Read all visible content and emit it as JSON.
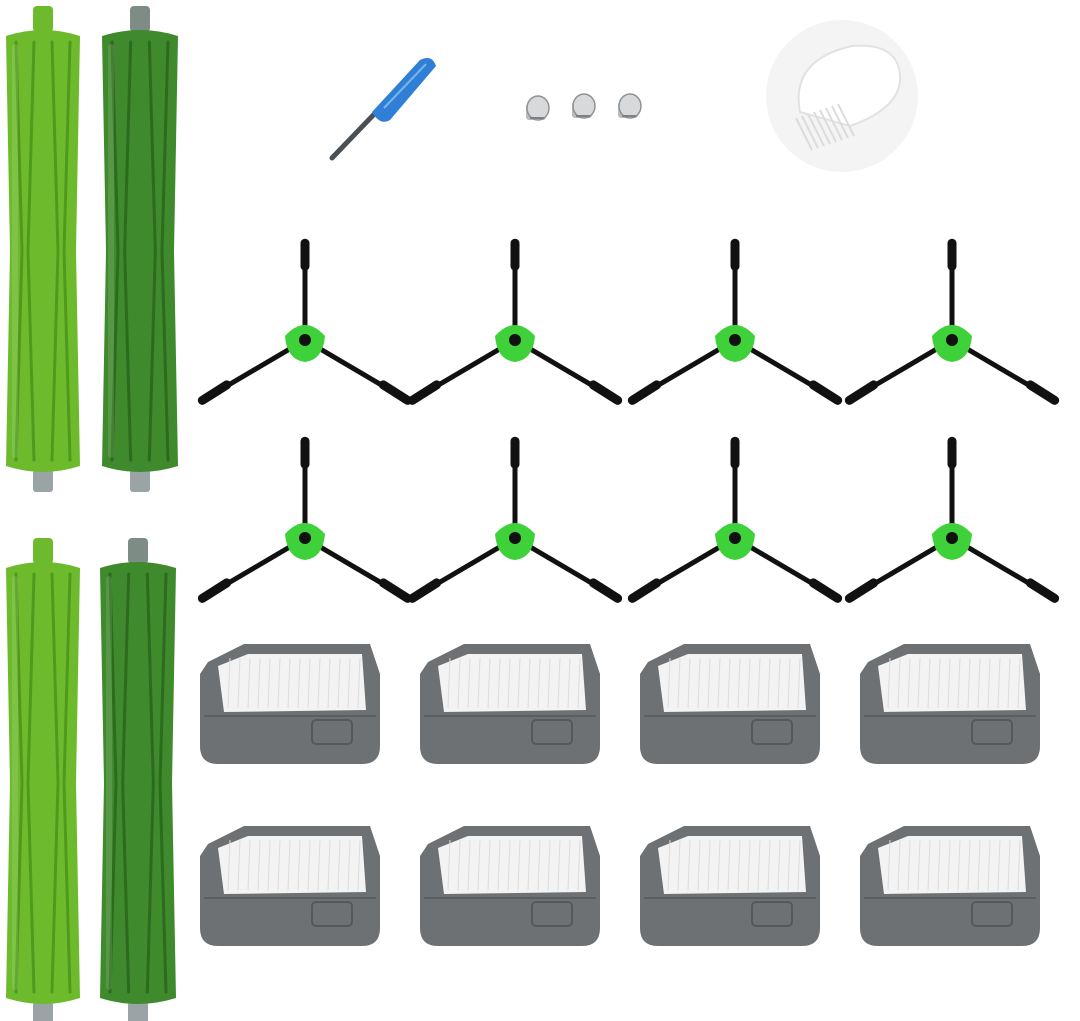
{
  "product_photo": {
    "colors": {
      "background": "#ffffff",
      "roller_light": "#6dbb2c",
      "roller_light_rib": "#4f9a1c",
      "roller_dark": "#3f8a2c",
      "roller_dark_rib": "#2c6b1e",
      "roller_axle": "#9aa3a6",
      "brush_hub": "#3ed13a",
      "brush_bristle": "#111111",
      "filter_frame": "#6d7173",
      "filter_media": "#f3f3f3",
      "screwdriver_handle": "#2f7fd6",
      "screw_metal": "#b9bcbf",
      "cleaning_tool": "#e9e9e9"
    },
    "items": {
      "main_rollers": 4,
      "side_brushes": 8,
      "filters": 8,
      "screwdriver": 1,
      "screws": 3,
      "cleaning_tool": 1
    },
    "icons": {
      "roller": "roller-brush-icon",
      "side_brush": "side-brush-icon",
      "filter": "hepa-filter-icon",
      "screwdriver": "screwdriver-icon",
      "screw": "screw-icon",
      "cleaning_tool": "cleaning-tool-icon"
    }
  }
}
